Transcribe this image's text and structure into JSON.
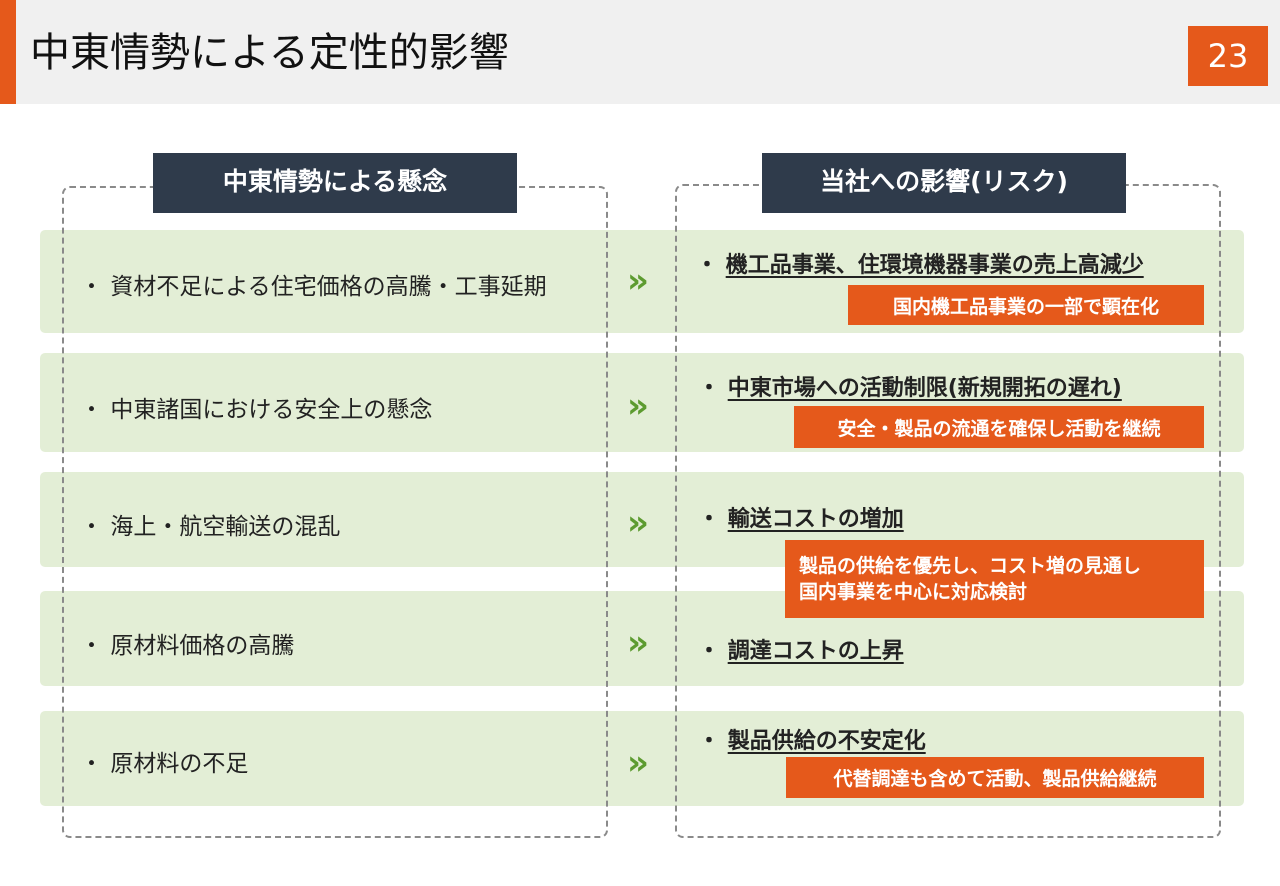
{
  "header": {
    "title": "中東情勢による定性的影響",
    "page_number": "23"
  },
  "columns": {
    "left_header": "中東情勢による懸念",
    "right_header": "当社への影響(リスク)"
  },
  "bullet": "・",
  "chevron": "»",
  "rows": [
    {
      "concern": "資材不足による住宅価格の高騰・工事延期",
      "impact": "機工品事業、住環境機器事業の売上高減少",
      "note": "国内機工品事業の一部で顕在化"
    },
    {
      "concern": "中東諸国における安全上の懸念",
      "impact": "中東市場への活動制限(新規開拓の遅れ)",
      "note": "安全・製品の流通を確保し活動を継続"
    },
    {
      "concern": "海上・航空輸送の混乱",
      "impact": "輸送コストの増加",
      "note_lines": [
        "製品の供給を優先し、コスト増の見通し",
        "国内事業を中心に対応検討"
      ]
    },
    {
      "concern": "原材料価格の高騰",
      "impact": "調達コストの上昇"
    },
    {
      "concern": "原材料の不足",
      "impact": "製品供給の不安定化",
      "note": "代替調達も含めて活動、製品供給継続"
    }
  ],
  "colors": {
    "accent": "#e5591b",
    "header_box": "#2f3b4b",
    "row_band": "#e3eed6",
    "chevron": "#5d9b30"
  }
}
